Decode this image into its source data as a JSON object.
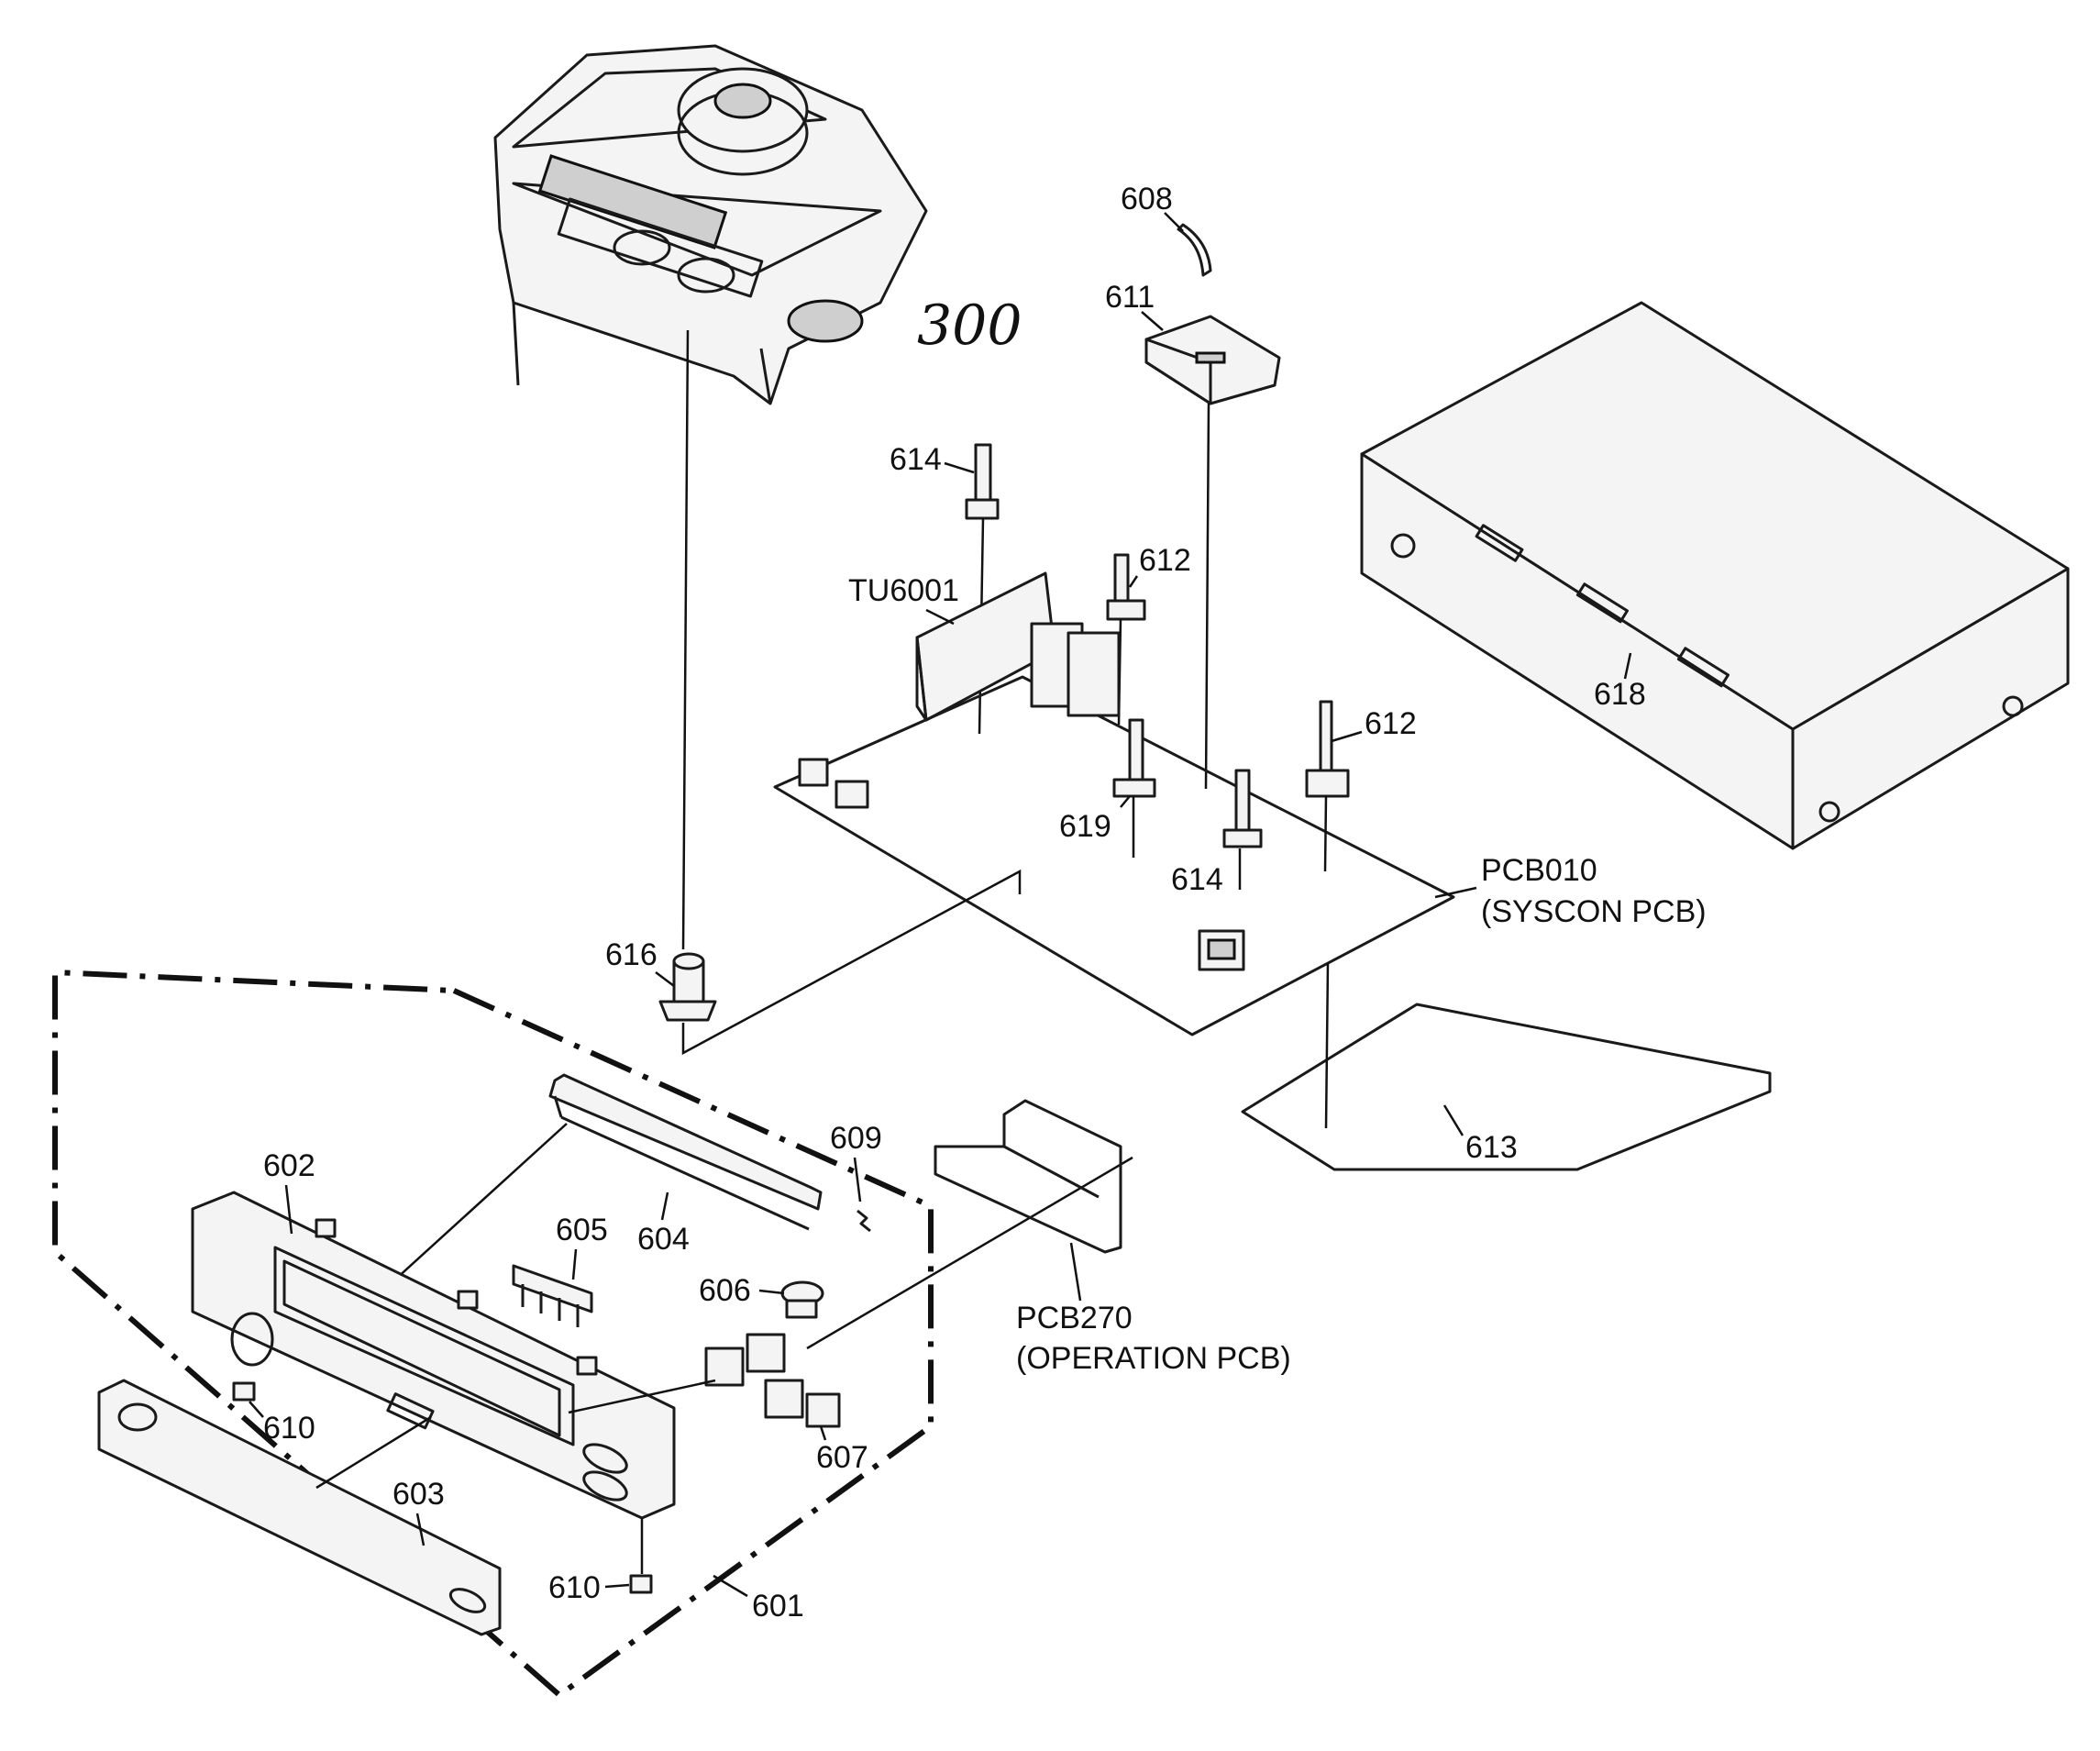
{
  "labels": {
    "p300": "300",
    "p608": "608",
    "p611": "611",
    "p614a": "614",
    "p612a": "612",
    "tu6001": "TU6001",
    "p618": "618",
    "p612b": "612",
    "p619": "619",
    "p614b": "614",
    "pcb010": "PCB010",
    "pcb010_sub": "(SYSCON PCB)",
    "p616": "616",
    "p613": "613",
    "p609": "609",
    "p602": "602",
    "p605": "605",
    "p604": "604",
    "p606": "606",
    "pcb270": "PCB270",
    "pcb270_sub": "(OPERATION PCB)",
    "p610a": "610",
    "p607": "607",
    "p603": "603",
    "p610b": "610",
    "p601": "601"
  }
}
